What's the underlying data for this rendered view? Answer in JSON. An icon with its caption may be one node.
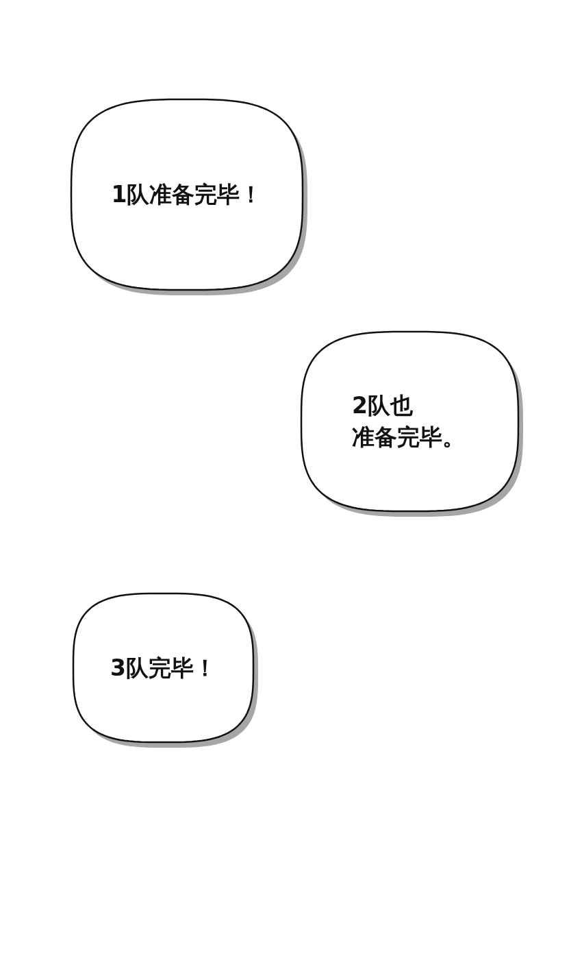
{
  "diagram": {
    "nodes": [
      {
        "text": [
          "1队准备完毕！"
        ]
      },
      {
        "text": [
          "2队也准备完毕。"
        ]
      },
      {
        "text": [
          "3队完毕！"
        ]
      }
    ]
  }
}
